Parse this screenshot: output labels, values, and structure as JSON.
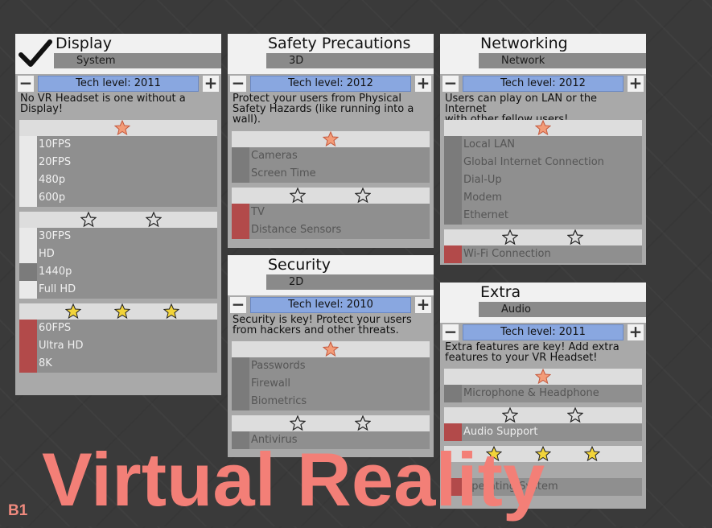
{
  "badge": "B1",
  "title": "Virtual Reality",
  "colors": {
    "accent": "#89a7e0",
    "star_orange": "#f39c78",
    "star_yellow": "#f2d43a",
    "locked": "#b24a4a"
  },
  "panels": {
    "display": {
      "title": "Display",
      "subtitle": "System",
      "tech": "Tech level: 2011",
      "desc_lines": [
        "No VR Headset is one without a",
        "Display!"
      ],
      "items": [
        "10FPS",
        "20FPS",
        "480p",
        "600p",
        "30FPS",
        "HD",
        "1440p",
        "Full HD",
        "60FPS",
        "Ultra HD",
        "8K"
      ]
    },
    "safety": {
      "title": "Safety Precautions",
      "subtitle": "3D",
      "tech": "Tech level: 2012",
      "desc_lines": [
        "Protect your users from Physical",
        "Safety Hazards (like running into a",
        "wall)."
      ],
      "items": [
        "Cameras",
        "Screen Time",
        "TV",
        "Distance Sensors"
      ]
    },
    "networking": {
      "title": "Networking",
      "subtitle": "Network",
      "tech": "Tech level: 2012",
      "desc_lines": [
        "Users can play on LAN or the Internet",
        "with other fellow users!"
      ],
      "items": [
        "Local LAN",
        "Global Internet Connection",
        "Dial-Up",
        "Modem",
        "Ethernet",
        "Wi-Fi Connection"
      ]
    },
    "security": {
      "title": "Security",
      "subtitle": "2D",
      "tech": "Tech level: 2010",
      "desc_lines": [
        "Security is key! Protect your users",
        "from hackers and other threats."
      ],
      "items": [
        "Passwords",
        "Firewall",
        "Biometrics",
        "Antivirus"
      ]
    },
    "extra": {
      "title": "Extra",
      "subtitle": "Audio",
      "tech": "Tech level: 2011",
      "desc_lines": [
        "Extra features are key! Add extra",
        "features to your VR Headset!"
      ],
      "items": [
        "Microphone & Headphone",
        "Audio Support",
        "Operating System"
      ]
    }
  }
}
